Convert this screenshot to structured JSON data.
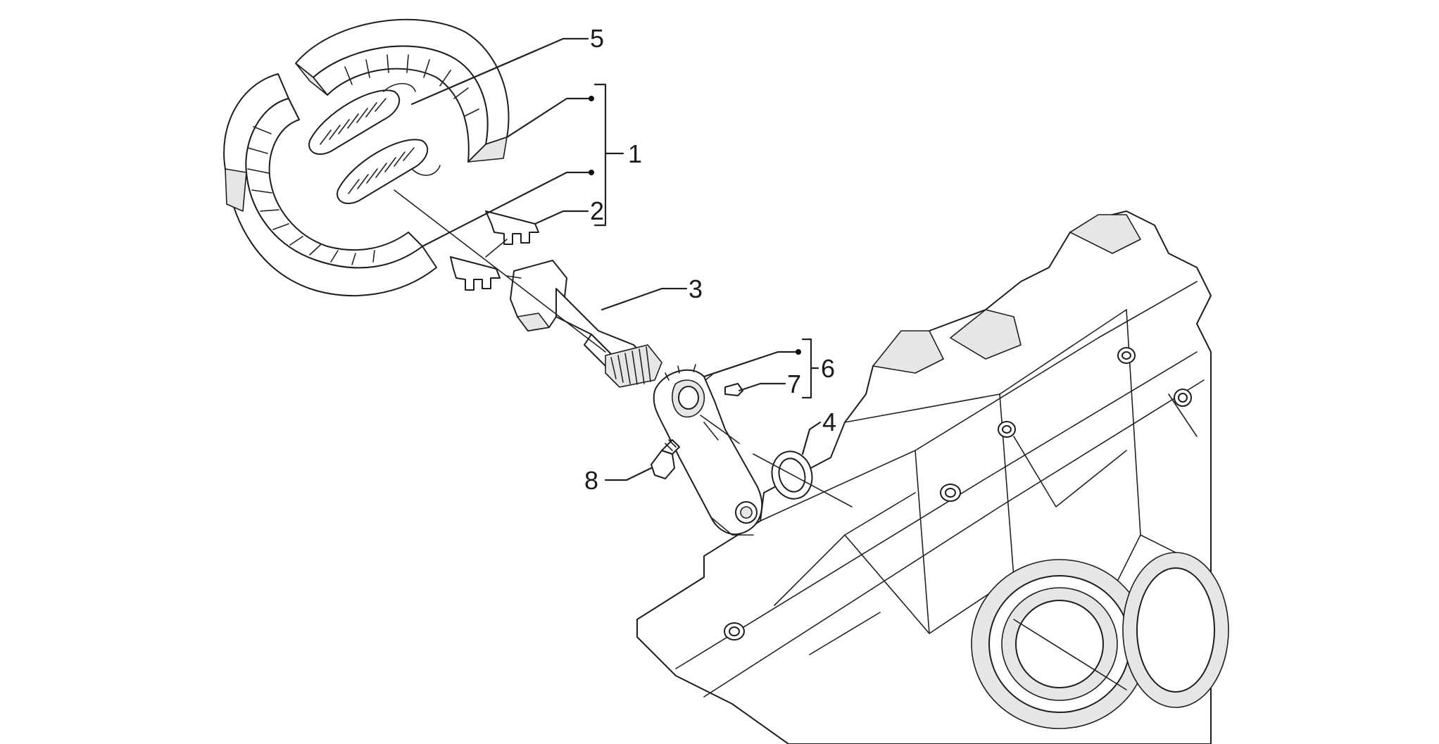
{
  "diagram": {
    "callouts": [
      {
        "id": "5",
        "label": "5"
      },
      {
        "id": "1",
        "label": "1"
      },
      {
        "id": "2",
        "label": "2"
      },
      {
        "id": "3",
        "label": "3"
      },
      {
        "id": "6",
        "label": "6"
      },
      {
        "id": "7",
        "label": "7"
      },
      {
        "id": "4",
        "label": "4"
      },
      {
        "id": "8",
        "label": "8"
      }
    ]
  }
}
